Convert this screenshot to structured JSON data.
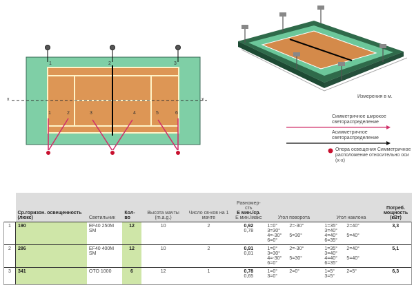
{
  "court": {
    "x_axis_label": "x",
    "top_pole_labels": [
      "1",
      "2",
      "3"
    ],
    "floodlight_labels": [
      "1",
      "2",
      "3",
      "4",
      "5",
      "6"
    ]
  },
  "stadium_caption": "Измерения в м.",
  "legend": {
    "symmetric": "Симметричное широкое светораспределение",
    "asymmetric": "Асимметричное светораспределение",
    "pole": "Опора освещения Симметричное расположение относительно оси (x-x)",
    "colors": {
      "symmetric": "#d0306a",
      "asymmetric": "#111111",
      "pole": "#c8102e"
    }
  },
  "table": {
    "headers": {
      "lux": "Ср.горизон. освещенность (люкс)",
      "lamp": "Светильник",
      "qty": "Кол-во",
      "height": "Высота мачты (m.a.g.)",
      "per_mast": "Число св-ков на 1 мачте",
      "uniformity_title": "Равномер-сть",
      "uniformity_avg": "E мин./ср.",
      "uniformity_max": "E мин./макс",
      "rotation": "Угол поворота",
      "tilt": "Угол наклона",
      "power": "Потреб. мощность (кВт)"
    },
    "rows": [
      {
        "idx": "1",
        "lux": "190",
        "lamp": "EF40 250M SM",
        "qty": "12",
        "height": "10",
        "per_mast": "2",
        "u_avg": "0,92",
        "u_max": "0,78",
        "rot": [
          [
            "1=0°",
            "2=-30°",
            "3=30°"
          ],
          [
            "4=-30°",
            "5=30°",
            "6=0°"
          ]
        ],
        "tilt": [
          [
            "1=35°",
            "2=40°",
            "3=40°"
          ],
          [
            "4=40°",
            "5=40°",
            "6=35°"
          ]
        ],
        "power": "3,3"
      },
      {
        "idx": "2",
        "lux": "286",
        "lamp": "EF40 400M SM",
        "qty": "12",
        "height": "10",
        "per_mast": "2",
        "u_avg": "0,91",
        "u_max": "0,81",
        "rot": [
          [
            "1=0°",
            "2=-30°",
            "3=30°"
          ],
          [
            "4=-30°",
            "5=30°",
            "6=0°"
          ]
        ],
        "tilt": [
          [
            "1=35°",
            "2=40°",
            "3=40°"
          ],
          [
            "4=40°",
            "5=40°",
            "6=35°"
          ]
        ],
        "power": "5,1"
      },
      {
        "idx": "3",
        "lux": "341",
        "lamp": "OTO 1000",
        "qty": "6",
        "height": "12",
        "per_mast": "1",
        "u_avg": "0,78",
        "u_max": "0,65",
        "rot": [
          [
            "1=0°",
            "2=0°",
            "3=0°"
          ]
        ],
        "tilt": [
          [
            "1=5°",
            "2=5°",
            "3=5°"
          ]
        ],
        "power": "6,3"
      }
    ]
  }
}
